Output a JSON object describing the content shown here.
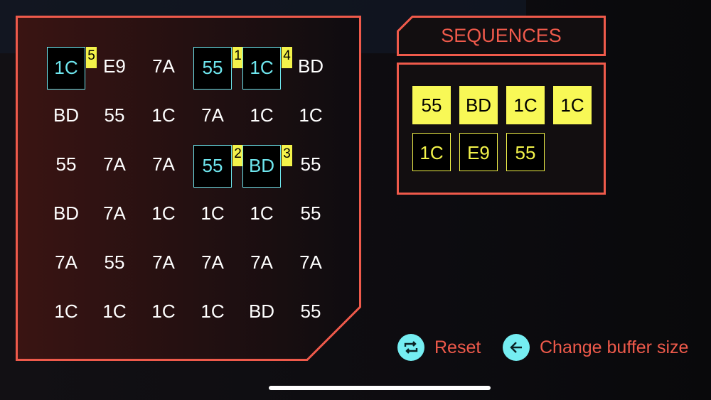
{
  "grid": {
    "rows": [
      [
        "1C",
        "E9",
        "7A",
        "55",
        "1C",
        "BD"
      ],
      [
        "BD",
        "55",
        "1C",
        "7A",
        "1C",
        "1C"
      ],
      [
        "55",
        "7A",
        "7A",
        "55",
        "BD",
        "55"
      ],
      [
        "BD",
        "7A",
        "1C",
        "1C",
        "1C",
        "55"
      ],
      [
        "7A",
        "55",
        "7A",
        "7A",
        "7A",
        "7A"
      ],
      [
        "1C",
        "1C",
        "1C",
        "1C",
        "BD",
        "55"
      ]
    ],
    "selected": [
      {
        "row": 0,
        "col": 0,
        "order": "5"
      },
      {
        "row": 0,
        "col": 3,
        "order": "1"
      },
      {
        "row": 0,
        "col": 4,
        "order": "4"
      },
      {
        "row": 2,
        "col": 3,
        "order": "2"
      },
      {
        "row": 2,
        "col": 4,
        "order": "3"
      }
    ]
  },
  "sequences": {
    "title": "SEQUENCES",
    "items": [
      {
        "value": "55",
        "done": true
      },
      {
        "value": "BD",
        "done": true
      },
      {
        "value": "1C",
        "done": true
      },
      {
        "value": "1C",
        "done": true
      },
      {
        "value": "1C",
        "done": false
      },
      {
        "value": "E9",
        "done": false
      },
      {
        "value": "55",
        "done": false
      }
    ]
  },
  "actions": {
    "reset": "Reset",
    "change_buffer": "Change buffer size"
  },
  "colors": {
    "accent": "#ef5a4b",
    "cyan": "#6ee6ee",
    "yellow": "#f3f34a"
  }
}
